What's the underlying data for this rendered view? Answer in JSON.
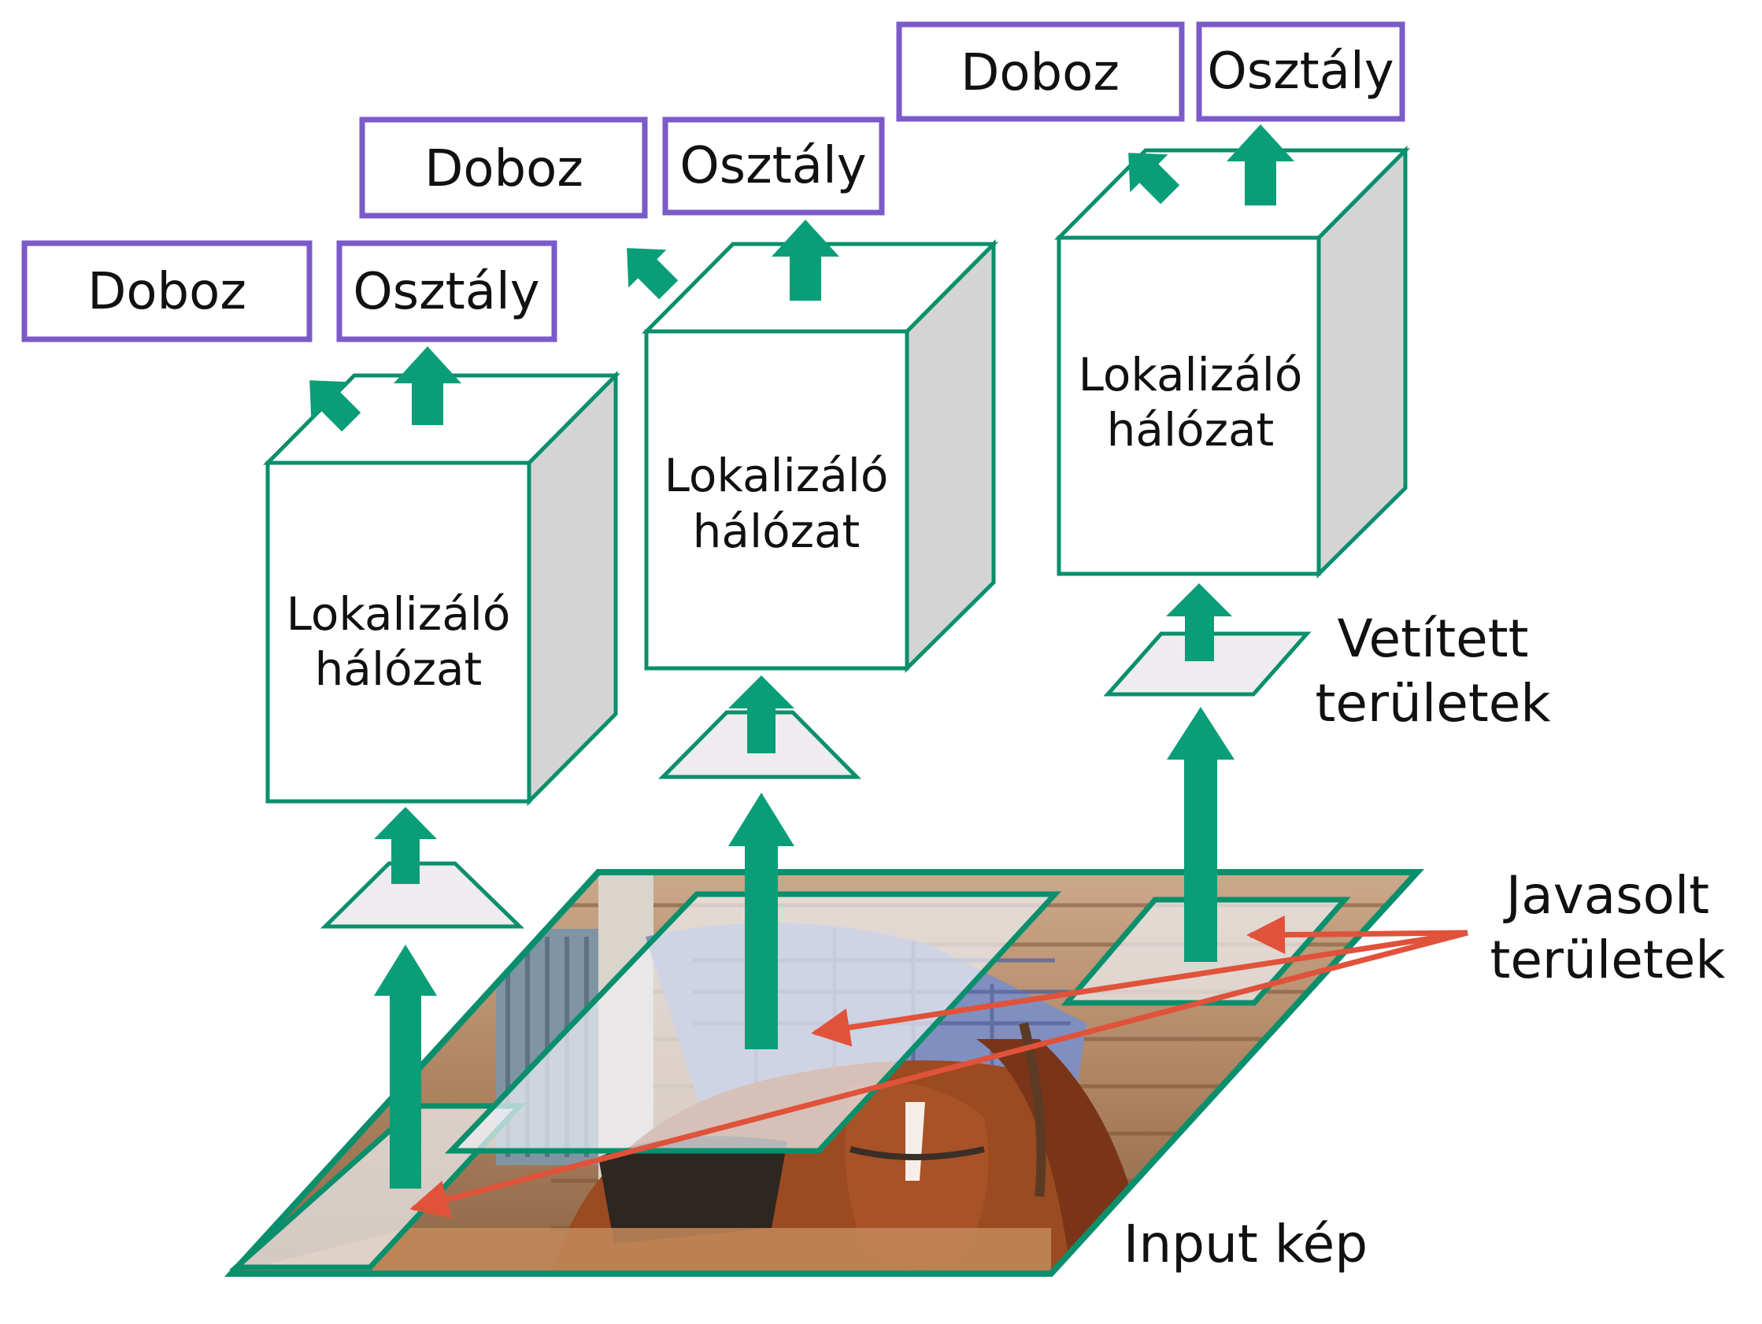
{
  "colors": {
    "output_border": "#7b5ac9",
    "network_outline": "#0a8f6c",
    "up_arrow": "#0a9e78",
    "pointer_arrow": "#e0523a",
    "cube_side": "#d4d4d4"
  },
  "columns": [
    {
      "box_label": "Doboz",
      "class_label": "Osztály",
      "network_line1": "Lokalizáló",
      "network_line2": "hálózat"
    },
    {
      "box_label": "Doboz",
      "class_label": "Osztály",
      "network_line1": "Lokalizáló",
      "network_line2": "hálózat"
    },
    {
      "box_label": "Doboz",
      "class_label": "Osztály",
      "network_line1": "Lokalizáló",
      "network_line2": "hálózat"
    }
  ],
  "labels": {
    "projected_line1": "Vetített",
    "projected_line2": "területek",
    "proposed_line1": "Javasolt",
    "proposed_line2": "területek",
    "input_image": "Input kép"
  },
  "icons": {
    "input_photo": "horse-and-rider-photo-icon"
  }
}
